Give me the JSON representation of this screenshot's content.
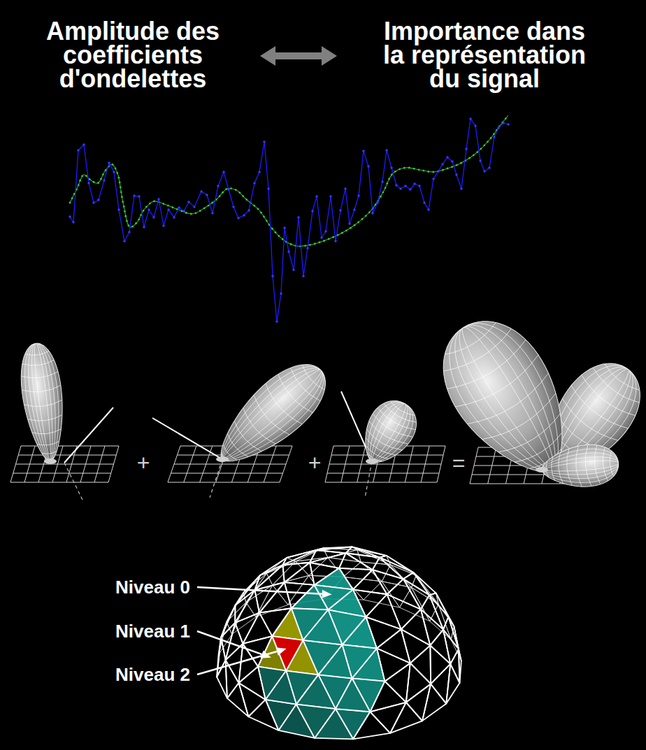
{
  "diagram": {
    "labels": [
      "Amplitude des coefficients d'ondelettes",
      "Importance dans la représentation du signal",
      "+",
      "+",
      "=",
      "Niveau 0",
      "Niveau 1",
      "Niveau 2"
    ]
  }
}
